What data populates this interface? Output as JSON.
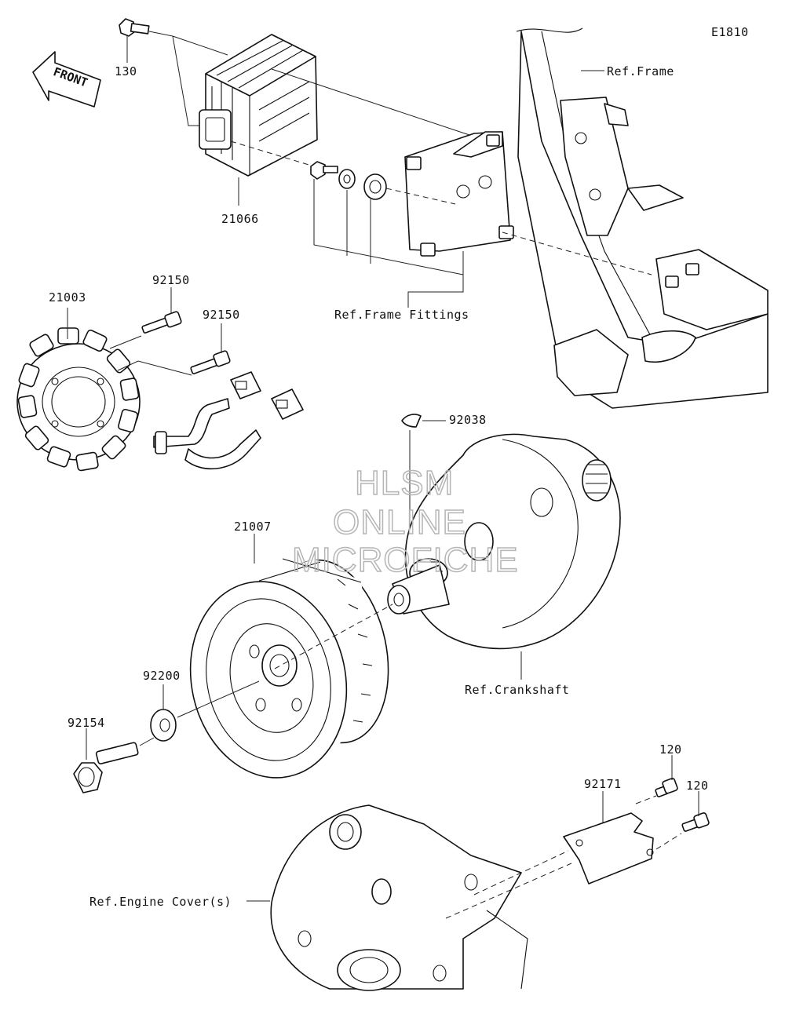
{
  "diagram_code": "E1810",
  "front_label": "FRONT",
  "labels": {
    "p130": "130",
    "p21066": "21066",
    "ref_frame": "Ref.Frame",
    "ref_frame_fittings": "Ref.Frame Fittings",
    "p21003": "21003",
    "p92150_a": "92150",
    "p92150_b": "92150",
    "p92038": "92038",
    "p21007": "21007",
    "p92200": "92200",
    "p92154": "92154",
    "ref_crankshaft": "Ref.Crankshaft",
    "p120_a": "120",
    "p120_b": "120",
    "p92171": "92171",
    "ref_engine_cover": "Ref.Engine Cover(s)"
  },
  "watermark": {
    "line1": "HLSM",
    "line2": "ONLINE",
    "line3": "MICROFICHE"
  }
}
